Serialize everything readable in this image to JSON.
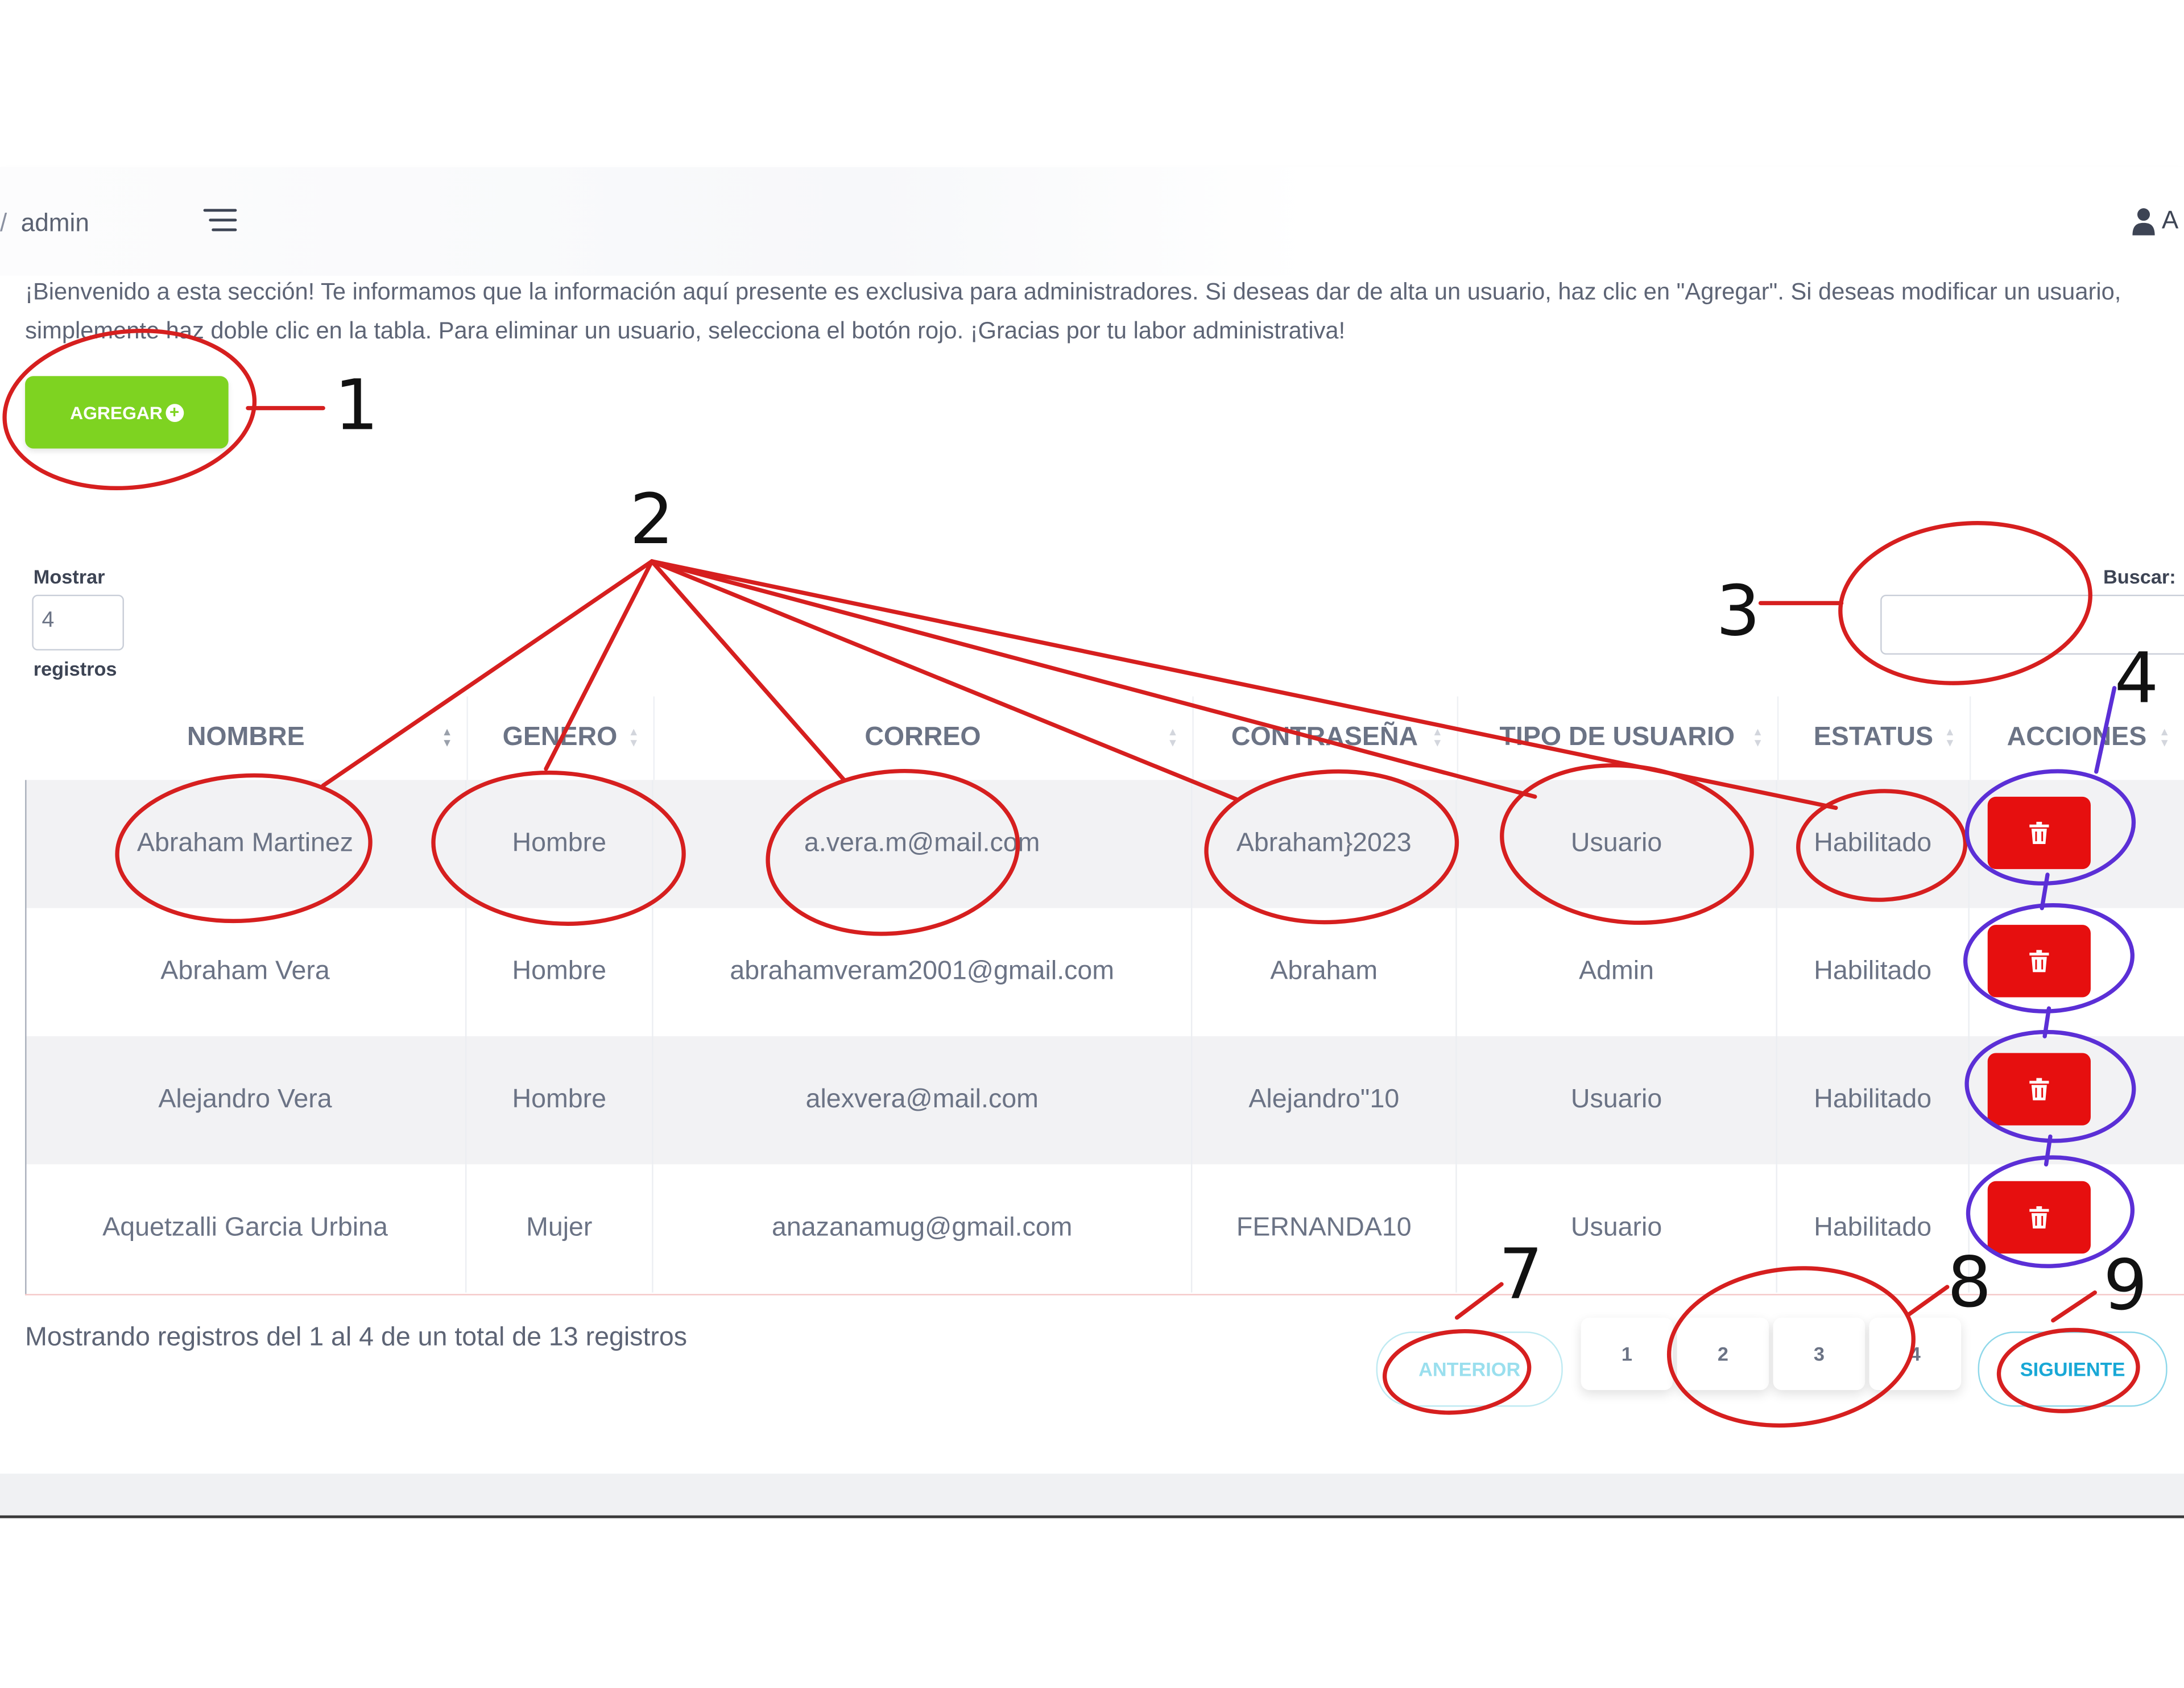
{
  "header": {
    "breadcrumb_sep": "/",
    "breadcrumb": "admin",
    "user_initial": "A"
  },
  "intro_text": "¡Bienvenido a esta sección! Te informamos que la información aquí presente es exclusiva para administradores. Si deseas dar de alta un usuario, haz clic en \"Agregar\". Si deseas modificar un usuario, simplemente haz doble clic en la tabla. Para eliminar un usuario, selecciona el botón rojo. ¡Gracias por tu labor administrativa!",
  "add_button": {
    "label": "AGREGAR",
    "icon": "plus-circle-icon",
    "color": "#7ed321"
  },
  "length_control": {
    "label_top": "Mostrar",
    "value": "4",
    "label_bottom": "registros"
  },
  "search": {
    "label": "Buscar:",
    "value": ""
  },
  "table": {
    "columns": [
      "NOMBRE",
      "GENERO",
      "CORREO",
      "CONTRASEÑA",
      "TIPO DE USUARIO",
      "ESTATUS",
      "ACCIONES"
    ],
    "rows": [
      [
        "Abraham Martinez",
        "Hombre",
        "a.vera.m@mail.com",
        "Abraham}2023",
        "Usuario",
        "Habilitado"
      ],
      [
        "Abraham Vera",
        "Hombre",
        "abrahamveram2001@gmail.com",
        "Abraham",
        "Admin",
        "Habilitado"
      ],
      [
        "Alejandro Vera",
        "Hombre",
        "alexvera@mail.com",
        "Alejandro\"10",
        "Usuario",
        "Habilitado"
      ],
      [
        "Aquetzalli Garcia Urbina",
        "Mujer",
        "anazanamug@gmail.com",
        "FERNANDA10",
        "Usuario",
        "Habilitado"
      ]
    ],
    "delete_icon": "trash-icon",
    "delete_color": "#e60f0f"
  },
  "footer": {
    "info": "Mostrando registros del 1 al 4 de un total de 13 registros",
    "prev": "ANTERIOR",
    "pages": [
      "1",
      "2",
      "3",
      "4"
    ],
    "next": "SIGUIENTE"
  },
  "annotations": {
    "labels": [
      "1",
      "2",
      "3",
      "4",
      "7",
      "8",
      "9"
    ],
    "red": "#d61f1f",
    "purple": "#5b2fd6"
  }
}
